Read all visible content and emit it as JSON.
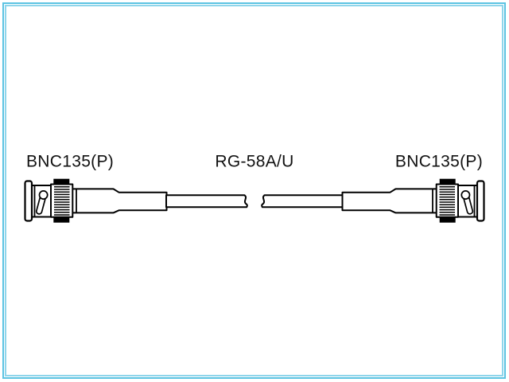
{
  "colors": {
    "frame_outer": "#5bc3e2",
    "frame_inner": "#8ed5eb",
    "line": "#000000",
    "background": "#ffffff"
  },
  "diagram": {
    "left_connector": {
      "label": "BNC135(P)"
    },
    "cable": {
      "label": "RG-58A/U"
    },
    "right_connector": {
      "label": "BNC135(P)"
    }
  }
}
